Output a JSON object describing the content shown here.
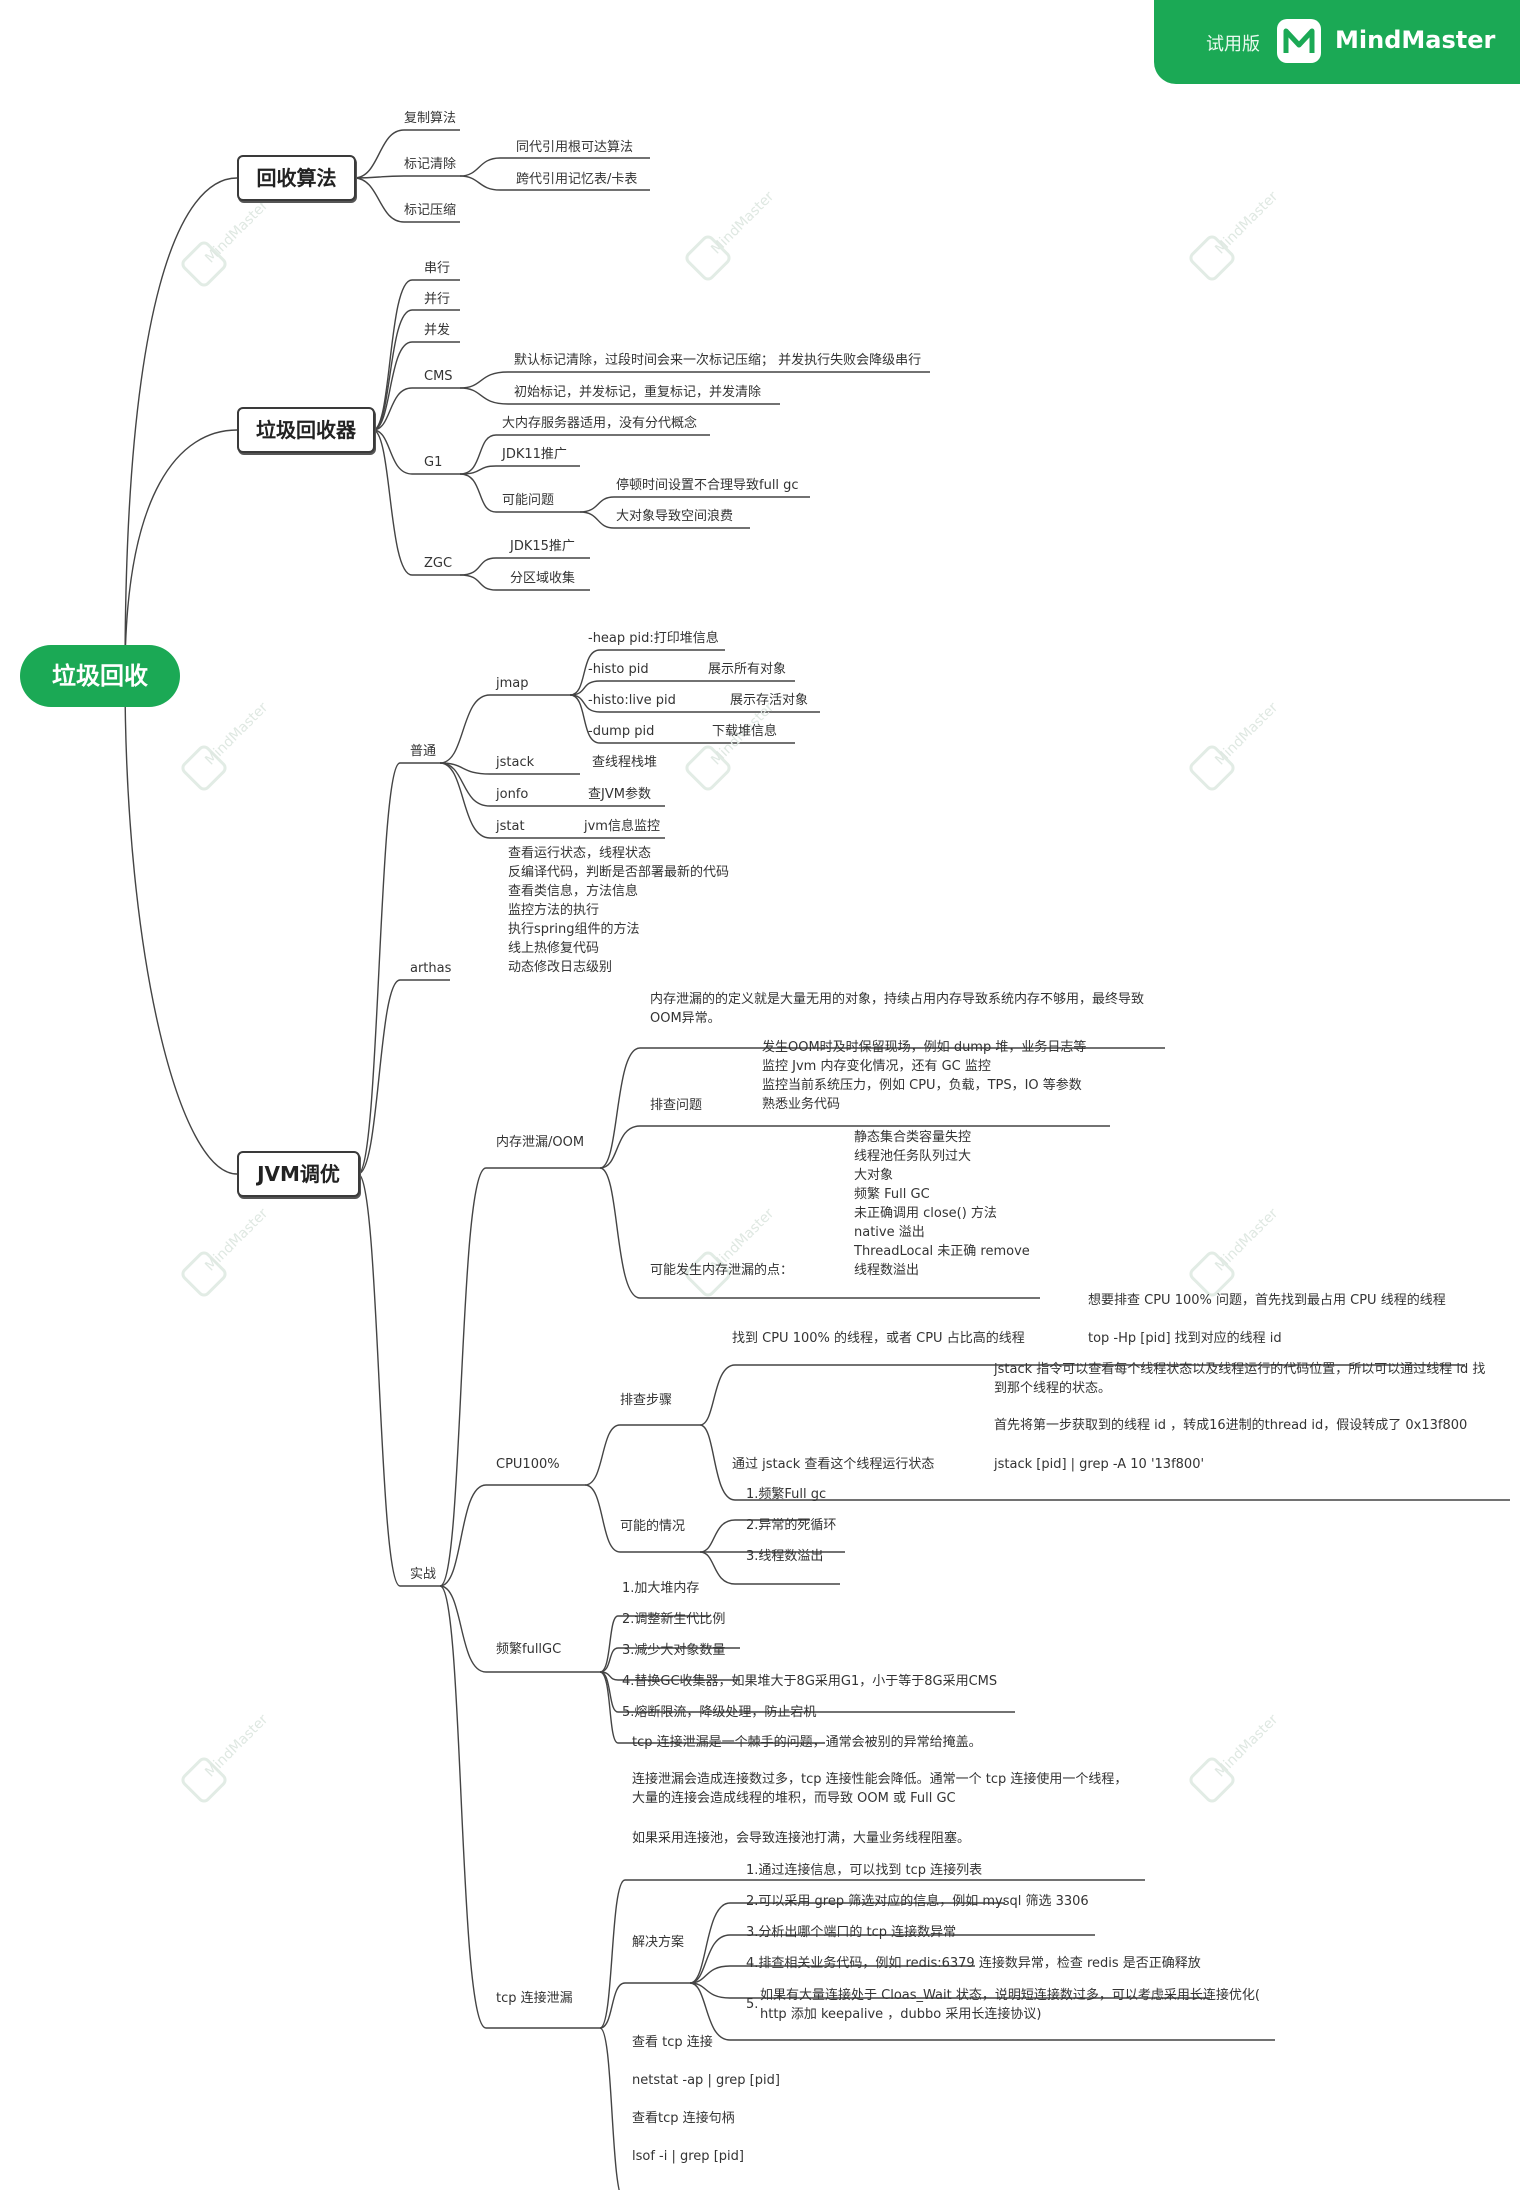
{
  "banner": {
    "trial": "试用版",
    "brand": "MindMaster",
    "icon": "mindmaster-logo-icon"
  },
  "watermark": "MindMaster",
  "root": "垃圾回收",
  "gc_algo": {
    "title": "回收算法",
    "copy": "复制算法",
    "mark_sweep": "标记清除",
    "same_gen": "同代引用根可达算法",
    "cross_gen": "跨代引用记忆表/卡表",
    "mark_compact": "标记压缩"
  },
  "collectors": {
    "title": "垃圾回收器",
    "serial": "串行",
    "parallel": "并行",
    "concurrent": "并发",
    "cms": "CMS",
    "cms_1": "默认标记清除，过段时间会来一次标记压缩； 并发执行失败会降级串行",
    "cms_2": "初始标记，并发标记，重复标记，并发清除",
    "g1": "G1",
    "g1_1": "大内存服务器适用，没有分代概念",
    "g1_2": "JDK11推广",
    "g1_3": "可能问题",
    "g1_3a": "停顿时间设置不合理导致full gc",
    "g1_3b": "大对象导致空间浪费",
    "zgc": "ZGC",
    "zgc_1": "JDK15推广",
    "zgc_2": "分区域收集"
  },
  "jvm": {
    "title": "JVM调优",
    "common": "普通",
    "jmap": "jmap",
    "heap": "-heap pid:打印堆信息",
    "histo": "-histo pid",
    "histo_d": "展示所有对象",
    "live": "-histo:live pid",
    "live_d": "展示存活对象",
    "dump": "-dump pid",
    "dump_d": "下载堆信息",
    "jstack": "jstack",
    "jstack_d": "查线程栈堆",
    "jinfo": "jonfo",
    "jinfo_d": "查JVM参数",
    "jstat": "jstat",
    "jstat_d": "jvm信息监控",
    "arthas": "arthas",
    "arthas_items": "查看运行状态，线程状态\n反编译代码，判断是否部署最新的代码\n查看类信息，方法信息\n监控方法的执行\n执行spring组件的方法\n线上热修复代码\n动态修改日志级别",
    "practice": "实战",
    "oom": "内存泄漏/OOM",
    "oom_def": "内存泄漏的的定义就是大量无用的对象，持续占用内存导致系统内存不够用，最终导致\nOOM异常。",
    "oom_check": "排查问题",
    "oom_check_items": "发生OOM时及时保留现场，例如 dump 堆，业务日志等\n监控 Jvm 内存变化情况，还有 GC 监控\n监控当前系统压力，例如 CPU，负载，TPS，IO 等参数\n熟悉业务代码",
    "oom_points": "可能发生内存泄漏的点：",
    "oom_points_items": "静态集合类容量失控\n线程池任务队列过大\n大对象\n频繁 Full GC\n未正确调用 close() 方法\nnative 溢出\nThreadLocal 未正确 remove\n线程数溢出",
    "cpu": "CPU100%",
    "cpu_intro": "想要排查 CPU 100% 问题，首先找到最占用 CPU 线程的线程",
    "cpu_steps": "排查步骤",
    "cpu_step1": "找到 CPU 100% 的线程，或者 CPU 占比高的线程",
    "cpu_step1_cmd": "top -Hp [pid] 找到对应的线程 id",
    "cpu_jstack_note": "jstack 指令可以查看每个线程状态以及线程运行的代码位置，所以可以通过线程 id 找\n到那个线程的状态。",
    "cpu_hex_note": "首先将第一步获取到的线程 id ，转成16进制的thread id，假设转成了 0x13f800",
    "cpu_step2": "通过 jstack 查看这个线程运行状态",
    "cpu_step2_cmd": "jstack [pid] | grep -A 10 '13f800'",
    "cpu_cases": "可能的情况",
    "cpu_case1": "1.频繁Full gc",
    "cpu_case2": "2.异常的死循环",
    "cpu_case3": "3.线程数溢出",
    "fullgc": "频繁fullGC",
    "fullgc_1": "1.加大堆内存",
    "fullgc_2": "2.调整新生代比例",
    "fullgc_3": "3.减少大对象数量",
    "fullgc_4": "4.替换GC收集器，如果堆大于8G采用G1，小于等于8G采用CMS",
    "fullgc_5": "5.熔断限流，降级处理，防止宕机",
    "tcp": "tcp 连接泄漏",
    "tcp_intro": "tcp 连接泄漏是一个棘手的问题，通常会被别的异常给掩盖。",
    "tcp_desc": "连接泄漏会造成连接数过多，tcp 连接性能会降低。通常一个 tcp 连接使用一个线程，\n大量的连接会造成线程的堆积，而导致 OOM 或 Full GC",
    "tcp_pool": "如果采用连接池，会导致连接池打满，大量业务线程阻塞。",
    "tcp_solution": "解决方案",
    "tcp_sol1": "1.通过连接信息，可以找到 tcp 连接列表",
    "tcp_sol2": "2.可以采用 grep 筛选对应的信息，例如 mysql 筛选 3306",
    "tcp_sol3": "3.分析出哪个端口的 tcp 连接数异常",
    "tcp_sol4": "4.排查相关业务代码，例如 redis:6379 连接数异常，检查 redis 是否正确释放",
    "tcp_sol5_num": "5.",
    "tcp_sol5": "如果有大量连接处于 Cloas_Wait 状态，说明短连接数过多，可以考虑采用长连接优化(\nhttp 添加 keepalive ，dubbo 采用长连接协议)",
    "tcp_view": "查看 tcp 连接",
    "tcp_view_cmd": "netstat -ap | grep [pid]",
    "tcp_handle": "查看tcp 连接句柄",
    "tcp_handle_cmd": "lsof -i | grep [pid]"
  }
}
